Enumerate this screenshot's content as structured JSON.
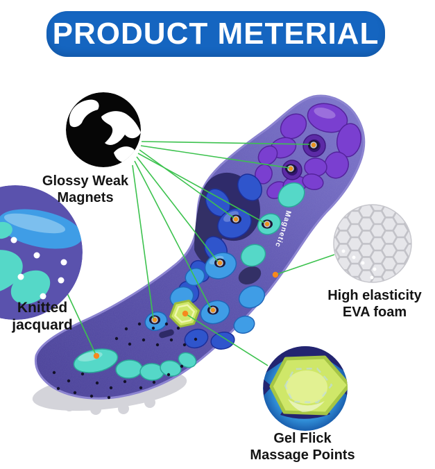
{
  "title": {
    "text": "PRODUCT METERIAL"
  },
  "insole": {
    "surface_text": "Magnetic",
    "magnet_count": 7
  },
  "callouts": {
    "magnets": {
      "line1": "Glossy Weak",
      "line2": "Magnets"
    },
    "knitted": {
      "line1": "Knitted",
      "line2": "jacquard"
    },
    "eva": {
      "line1": "High elasticity",
      "line2": "EVA foam"
    },
    "gel": {
      "line1": "Gel Flick",
      "line2": "Massage Points"
    }
  },
  "colors": {
    "banner_blue": "#1565c0",
    "title_text": "#ffffff",
    "label_text": "#141414",
    "callout_line_green": "#3cc24e",
    "marker_orange": "#f6891e",
    "insole_fabric_purple": "#5a52ad",
    "pad_purple": "#7a3fd0",
    "pad_royal_blue": "#2f55cc",
    "pad_light_blue": "#3f9de6",
    "pad_teal": "#55d8c8",
    "gel_green": "#cfe769",
    "foam_gray": "#e6e6ea",
    "magnet_gold": "#e8921e"
  }
}
